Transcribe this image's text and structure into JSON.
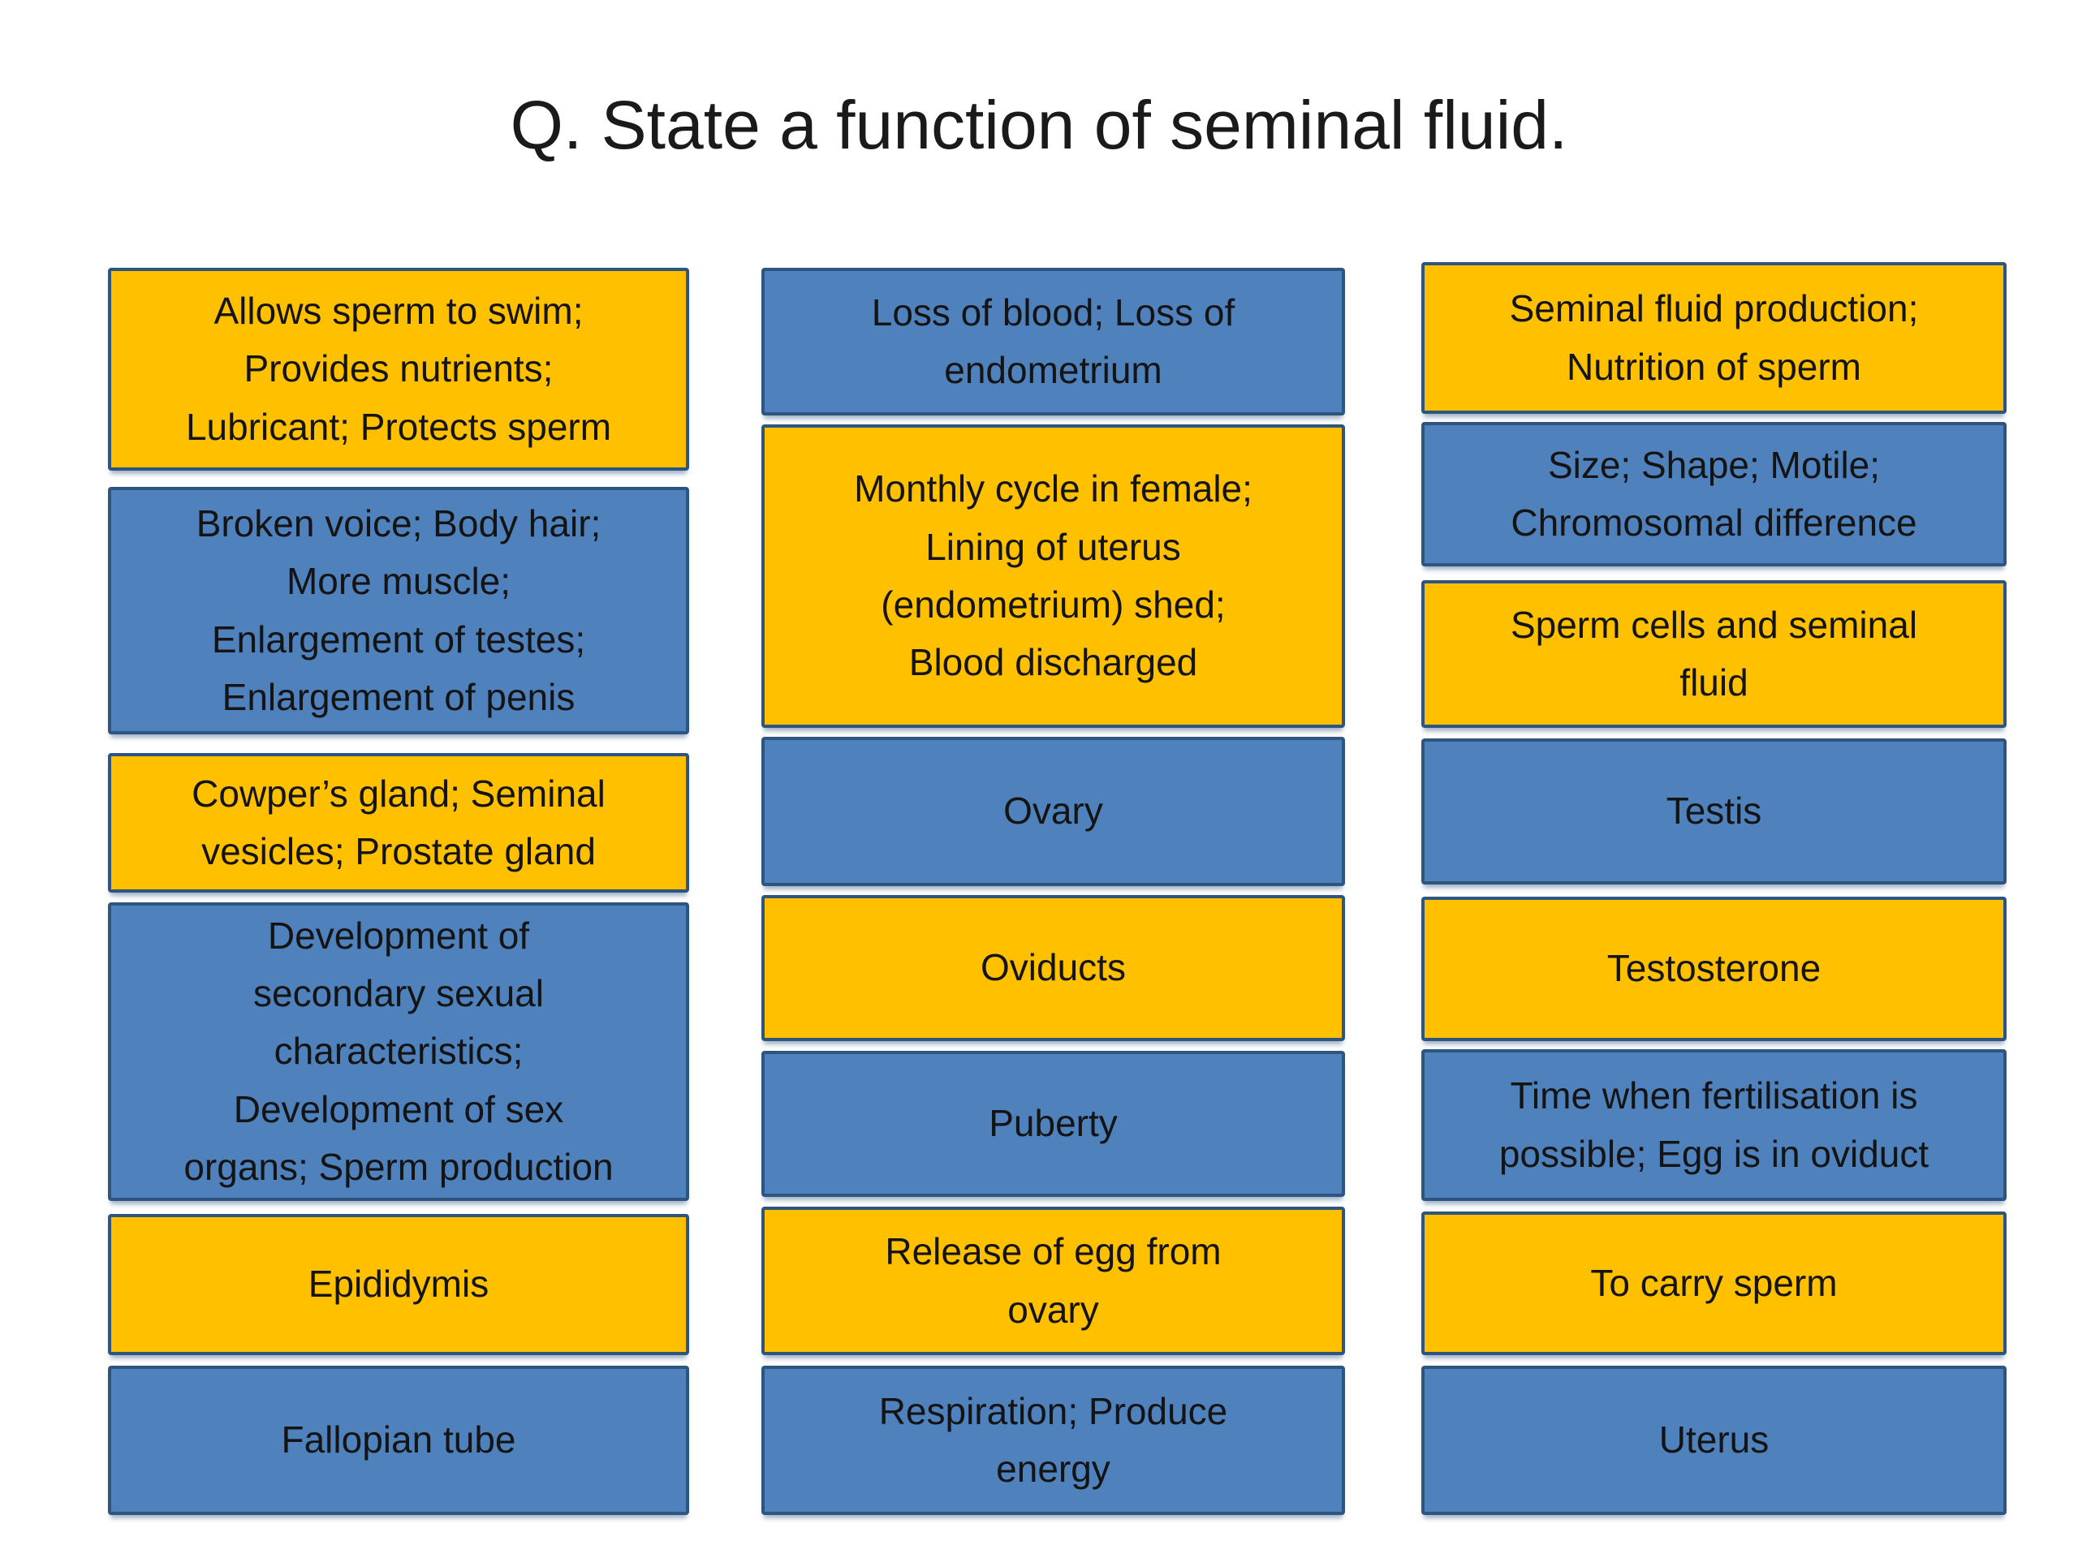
{
  "slide": {
    "title": "Q. State a function of seminal fluid."
  },
  "colors": {
    "card_orange": "#FFC000",
    "card_blue": "#4F81BD",
    "card_border": "#2E5580",
    "card_text": "#141414",
    "background": "#FFFFFF"
  },
  "columns": [
    {
      "name": "left",
      "boxes": [
        {
          "color": "orange",
          "text": "Allows sperm to swim;\nProvides nutrients;\nLubricant; Protects sperm"
        },
        {
          "color": "blue",
          "text": "Broken voice; Body hair;\nMore muscle;\nEnlargement of testes;\nEnlargement of penis"
        },
        {
          "color": "orange",
          "text": "Cowper’s gland; Seminal\nvesicles; Prostate gland"
        },
        {
          "color": "blue",
          "text": "Development of\nsecondary sexual\ncharacteristics;\nDevelopment of sex\norgans; Sperm production"
        },
        {
          "color": "orange",
          "text": "Epididymis"
        },
        {
          "color": "blue",
          "text": "Fallopian tube"
        }
      ]
    },
    {
      "name": "middle",
      "boxes": [
        {
          "color": "blue",
          "text": "Loss of blood; Loss of\nendometrium"
        },
        {
          "color": "orange",
          "text": "Monthly cycle in female;\nLining of uterus\n(endometrium) shed;\nBlood discharged"
        },
        {
          "color": "blue",
          "text": "Ovary"
        },
        {
          "color": "orange",
          "text": "Oviducts"
        },
        {
          "color": "blue",
          "text": "Puberty"
        },
        {
          "color": "orange",
          "text": "Release of egg from\novary"
        },
        {
          "color": "blue",
          "text": "Respiration; Produce\nenergy"
        }
      ]
    },
    {
      "name": "right",
      "boxes": [
        {
          "color": "orange",
          "text": "Seminal fluid production;\nNutrition of sperm"
        },
        {
          "color": "blue",
          "text": "Size; Shape; Motile;\nChromosomal difference"
        },
        {
          "color": "orange",
          "text": "Sperm cells and seminal\nfluid"
        },
        {
          "color": "blue",
          "text": "Testis"
        },
        {
          "color": "orange",
          "text": "Testosterone"
        },
        {
          "color": "blue",
          "text": "Time when fertilisation is\npossible; Egg is in oviduct"
        },
        {
          "color": "orange",
          "text": "To carry sperm"
        },
        {
          "color": "blue",
          "text": "Uterus"
        }
      ]
    }
  ]
}
